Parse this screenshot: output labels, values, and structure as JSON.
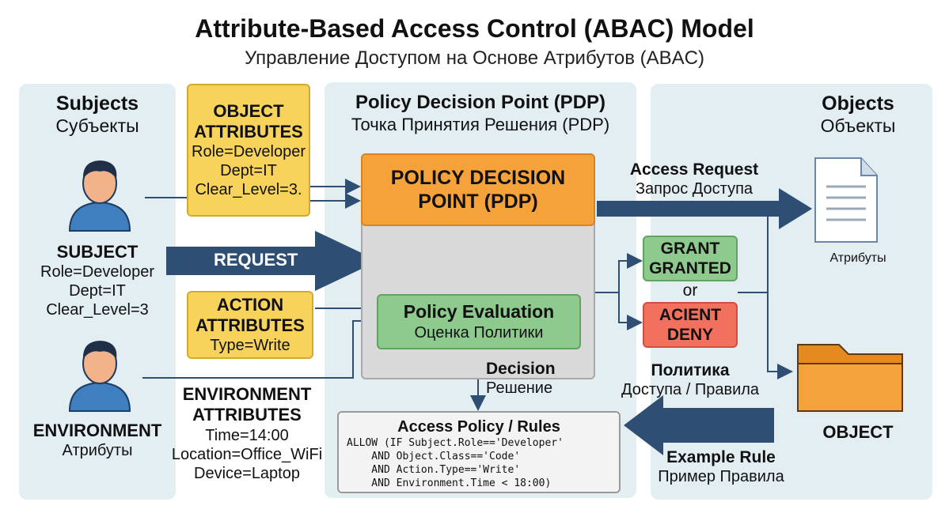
{
  "header": {
    "title": "Attribute-Based Access Control (ABAC) Model",
    "subtitle": "Управление Доступом на Основе Атрибутов (ABAC)"
  },
  "subjects_panel": {
    "title": "Subjects",
    "title_ru": "Субъекты",
    "subject_label": "SUBJECT",
    "subject_lines": [
      "Role=Developer",
      "Dept=IT",
      "Clear_Level=3"
    ],
    "environment_label": "ENVIRONMENT",
    "environment_sub": "Атрибуты"
  },
  "object_attributes": {
    "title_line1": "OBJECT",
    "title_line2": "ATTRIBUTES",
    "lines": [
      "Role=Developer",
      "Dept=IT",
      "Clear_Level=3."
    ]
  },
  "action_attributes": {
    "title_line1": "ACTION",
    "title_line2": "ATTRIBUTES",
    "lines": [
      "Type=Write"
    ]
  },
  "environment_attributes": {
    "title_line1": "ENVIRONMENT",
    "title_line2": "ATTRIBUTES",
    "lines": [
      "Time=14:00",
      "Location=Office_WiFi",
      "Device=Laptop"
    ]
  },
  "request_arrow": {
    "label": "REQUEST"
  },
  "pdp_panel": {
    "title": "Policy Decision Point (PDP)",
    "title_ru": "Точка Принятия Решения (PDP)",
    "pdp_box_line1": "POLICY DECISION",
    "pdp_box_line2": "POINT (PDP)",
    "evaluation_title": "Policy Evaluation",
    "evaluation_sub": "Оценка Политики",
    "decision_label": "Decision",
    "decision_sub": "Решение"
  },
  "policy_rules": {
    "title": "Access Policy / Rules",
    "code_lines": [
      "ALLOW (IF Subject.Role=='Developer'",
      "    AND Object.Class=='Code'",
      "    AND Action.Type=='Write'",
      "    AND Environment.Time < 18:00)"
    ]
  },
  "access_request": {
    "label": "Access Request",
    "label_ru": "Запрос Доступа"
  },
  "decisions": {
    "grant_line1": "GRANT",
    "grant_line2": "GRANTED",
    "or": "or",
    "deny_line1": "ACIENT",
    "deny_line2": "DENY"
  },
  "policy_label": {
    "line1": "Политика",
    "line2": "Доступа / Правила"
  },
  "example_rule": {
    "label": "Example Rule",
    "label_ru": "Пример Правила"
  },
  "objects_panel": {
    "title": "Objects",
    "title_ru": "Объекты",
    "document_sub": "Атрибуты",
    "object_label": "OBJECT"
  },
  "colors": {
    "navy_arrow": "#2f4e73",
    "panel_bg": "#e3eef2",
    "yellow": "#f7d35c",
    "orange": "#f5a23a",
    "green": "#8ec98e",
    "red": "#f2705e"
  }
}
